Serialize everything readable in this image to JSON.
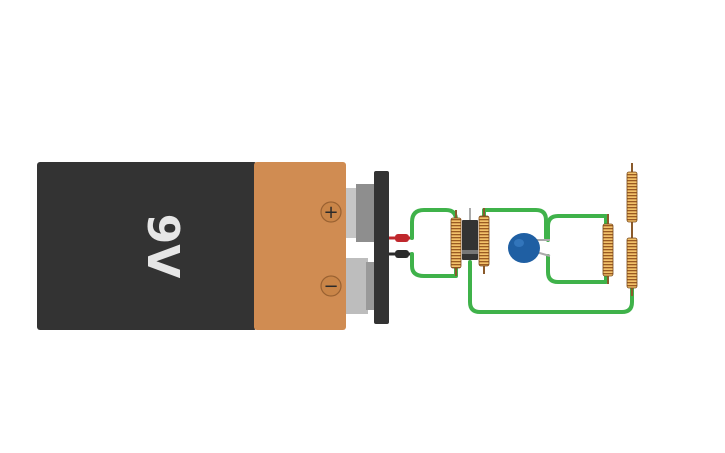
{
  "battery": {
    "voltage_label": "9V",
    "positive_symbol": "+",
    "negative_symbol": "−",
    "body_color": "#333333",
    "cap_color": "#d08c52"
  },
  "colors": {
    "wire": "#3fb24a",
    "lead_red": "#c0282d",
    "lead_black": "#2b2b2b",
    "resistor_wire": "#8a5a2b",
    "capacitor": "#1f5fa3",
    "transistor": "#333333"
  },
  "components": [
    {
      "type": "battery",
      "icon": "battery-9v-icon"
    },
    {
      "type": "resistor",
      "icon": "resistor-icon"
    },
    {
      "type": "resistor",
      "icon": "resistor-icon"
    },
    {
      "type": "transistor",
      "icon": "transistor-icon"
    },
    {
      "type": "capacitor",
      "icon": "ceramic-capacitor-icon"
    },
    {
      "type": "resistor",
      "icon": "resistor-icon"
    },
    {
      "type": "resistor",
      "icon": "resistor-icon"
    },
    {
      "type": "resistor",
      "icon": "resistor-icon"
    }
  ]
}
